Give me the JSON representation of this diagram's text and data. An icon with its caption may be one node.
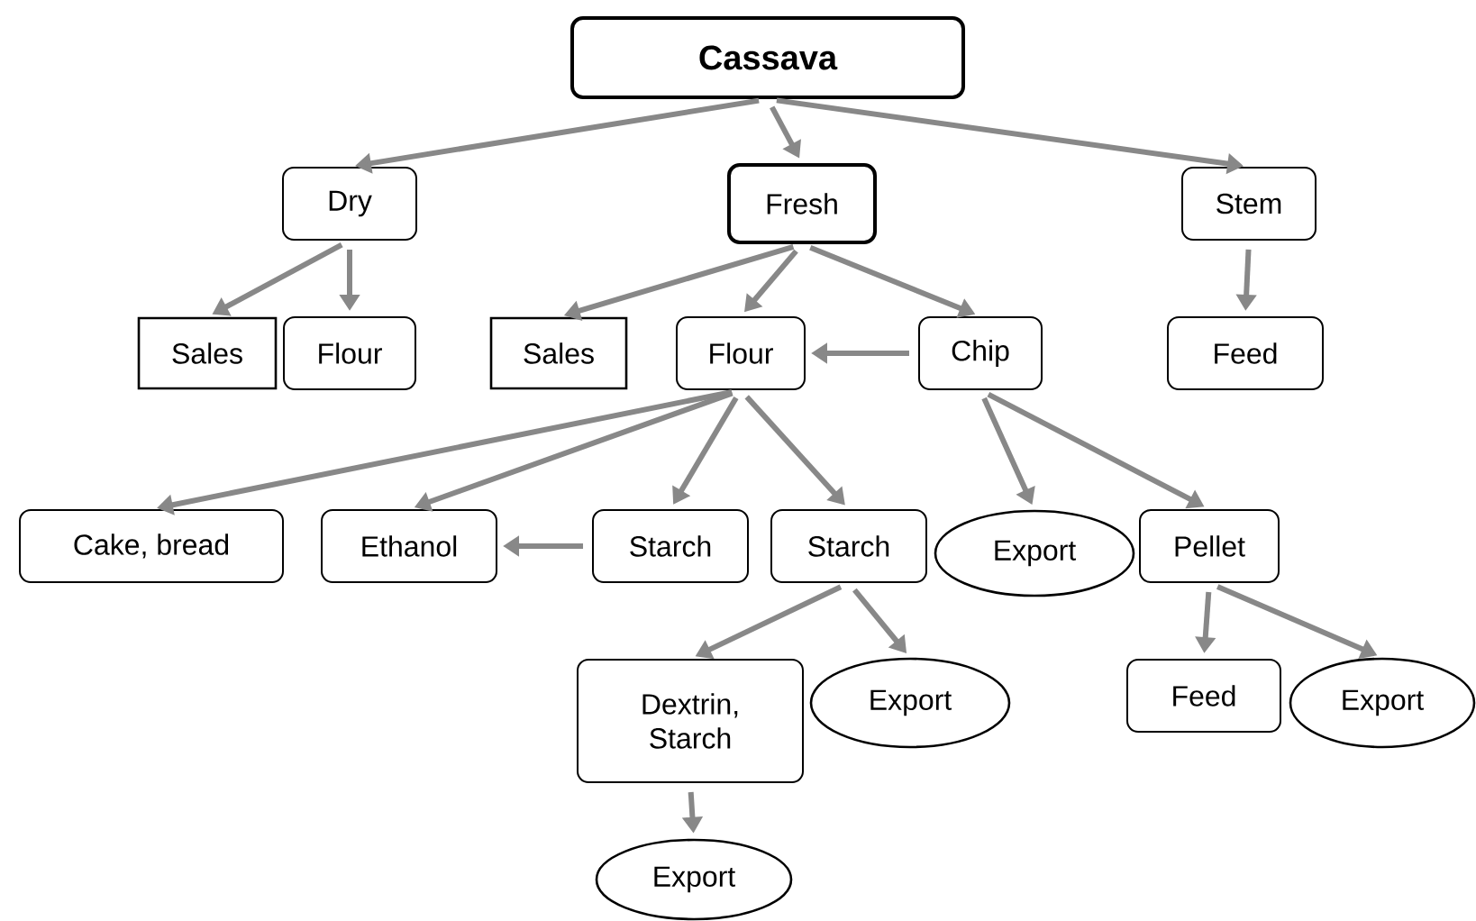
{
  "diagram": {
    "nodes": [
      {
        "text": [
          "Cassava"
        ]
      },
      {
        "text": [
          "Dry"
        ]
      },
      {
        "text": [
          "Fresh"
        ]
      },
      {
        "text": [
          "Stem"
        ]
      },
      {
        "text": [
          "Sales"
        ]
      },
      {
        "text": [
          "Flour"
        ]
      },
      {
        "text": [
          "Sales"
        ]
      },
      {
        "text": [
          "Flour"
        ]
      },
      {
        "text": [
          "Chip"
        ]
      },
      {
        "text": [
          "Feed"
        ]
      },
      {
        "text": [
          "Cake, bread"
        ]
      },
      {
        "text": [
          "Ethanol"
        ]
      },
      {
        "text": [
          "Starch"
        ]
      },
      {
        "text": [
          "Starch"
        ]
      },
      {
        "text": [
          "Export"
        ]
      },
      {
        "text": [
          "Pellet"
        ]
      },
      {
        "text": [
          "Dextrin, Starch"
        ]
      },
      {
        "text": [
          "Export"
        ]
      },
      {
        "text": [
          "Feed"
        ]
      },
      {
        "text": [
          "Export"
        ]
      },
      {
        "text": [
          "Export"
        ]
      }
    ],
    "edges": [
      {
        "from": 0,
        "to": 1,
        "arrow": "to"
      },
      {
        "from": 0,
        "to": 2,
        "arrow": "to"
      },
      {
        "from": 0,
        "to": 3,
        "arrow": "to"
      },
      {
        "from": 1,
        "to": 4,
        "arrow": "to"
      },
      {
        "from": 1,
        "to": 5,
        "arrow": "to"
      },
      {
        "from": 2,
        "to": 6,
        "arrow": "to"
      },
      {
        "from": 2,
        "to": 7,
        "arrow": "to"
      },
      {
        "from": 2,
        "to": 8,
        "arrow": "to"
      },
      {
        "from": 3,
        "to": 9,
        "arrow": "to"
      },
      {
        "from": 8,
        "to": 7,
        "arrow": "to"
      },
      {
        "from": 7,
        "to": 10,
        "arrow": "to"
      },
      {
        "from": 7,
        "to": 11,
        "arrow": "to"
      },
      {
        "from": 7,
        "to": 12,
        "arrow": "to"
      },
      {
        "from": 7,
        "to": 13,
        "arrow": "to"
      },
      {
        "from": 12,
        "to": 11,
        "arrow": "to"
      },
      {
        "from": 8,
        "to": 14,
        "arrow": "to"
      },
      {
        "from": 8,
        "to": 15,
        "arrow": "to"
      },
      {
        "from": 13,
        "to": 16,
        "arrow": "to"
      },
      {
        "from": 13,
        "to": 17,
        "arrow": "to"
      },
      {
        "from": 16,
        "to": 20,
        "arrow": "to"
      },
      {
        "from": 15,
        "to": 18,
        "arrow": "to"
      },
      {
        "from": 15,
        "to": 19,
        "arrow": "to"
      }
    ]
  }
}
